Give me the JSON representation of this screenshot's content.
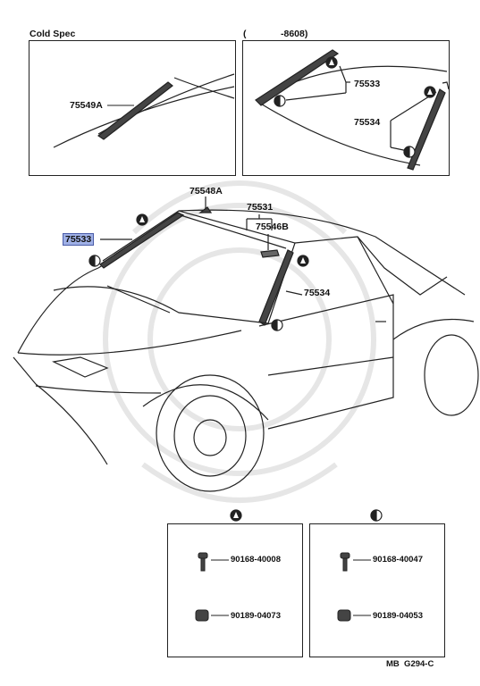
{
  "panels": {
    "cold_spec": {
      "title": "Cold Spec",
      "part": "75549A"
    },
    "early": {
      "title_open": "(",
      "title_close": "-8608)",
      "part_top": "75533",
      "part_bottom": "75534"
    }
  },
  "main": {
    "parts": {
      "p75548a": "75548A",
      "p75531": "75531",
      "p75546b": "75546B",
      "p75533": "75533",
      "p75534": "75534"
    }
  },
  "legend": {
    "left": {
      "part_a": "90168-40008",
      "part_b": "90189-04073"
    },
    "right": {
      "part_a": "90168-40047",
      "part_b": "90189-04053"
    }
  },
  "footer": {
    "code": "MB  G294-C"
  }
}
